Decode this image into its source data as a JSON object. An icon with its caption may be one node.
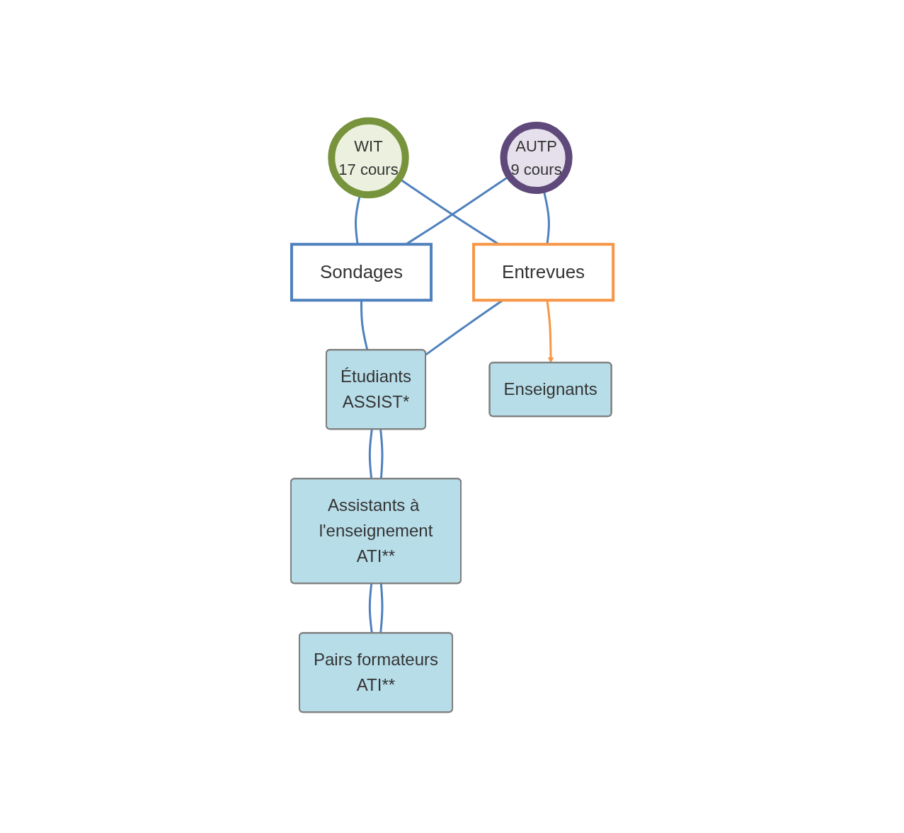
{
  "diagram": {
    "nodes": [
      {
        "text": [
          "WIT",
          "17 cours"
        ]
      },
      {
        "text": [
          "AUTP",
          "9 cours"
        ]
      },
      {
        "text": [
          "Sondages"
        ]
      },
      {
        "text": [
          "Entrevues"
        ]
      },
      {
        "text": [
          "Étudiants",
          "ASSIST*"
        ]
      },
      {
        "text": [
          "Assistants à l'enseignement",
          "ATI**"
        ]
      },
      {
        "text": [
          "Pairs formateurs",
          "ATI**"
        ]
      },
      {
        "text": [
          "Enseignants"
        ]
      }
    ],
    "edges": [
      {
        "from": 0,
        "to": 2,
        "arrow": "none"
      },
      {
        "from": 0,
        "to": 3,
        "arrow": "none"
      },
      {
        "from": 1,
        "to": 2,
        "arrow": "none"
      },
      {
        "from": 1,
        "to": 3,
        "arrow": "none"
      },
      {
        "from": 2,
        "to": 4,
        "arrow": "none"
      },
      {
        "from": 3,
        "to": 4,
        "arrow": "none"
      },
      {
        "from": 4,
        "to": 5,
        "arrow": "none"
      },
      {
        "from": 4,
        "to": 5,
        "arrow": "none"
      },
      {
        "from": 5,
        "to": 6,
        "arrow": "none"
      },
      {
        "from": 5,
        "to": 6,
        "arrow": "none"
      },
      {
        "from": 3,
        "to": 7,
        "arrow": "to",
        "color": "#f79646"
      }
    ]
  }
}
